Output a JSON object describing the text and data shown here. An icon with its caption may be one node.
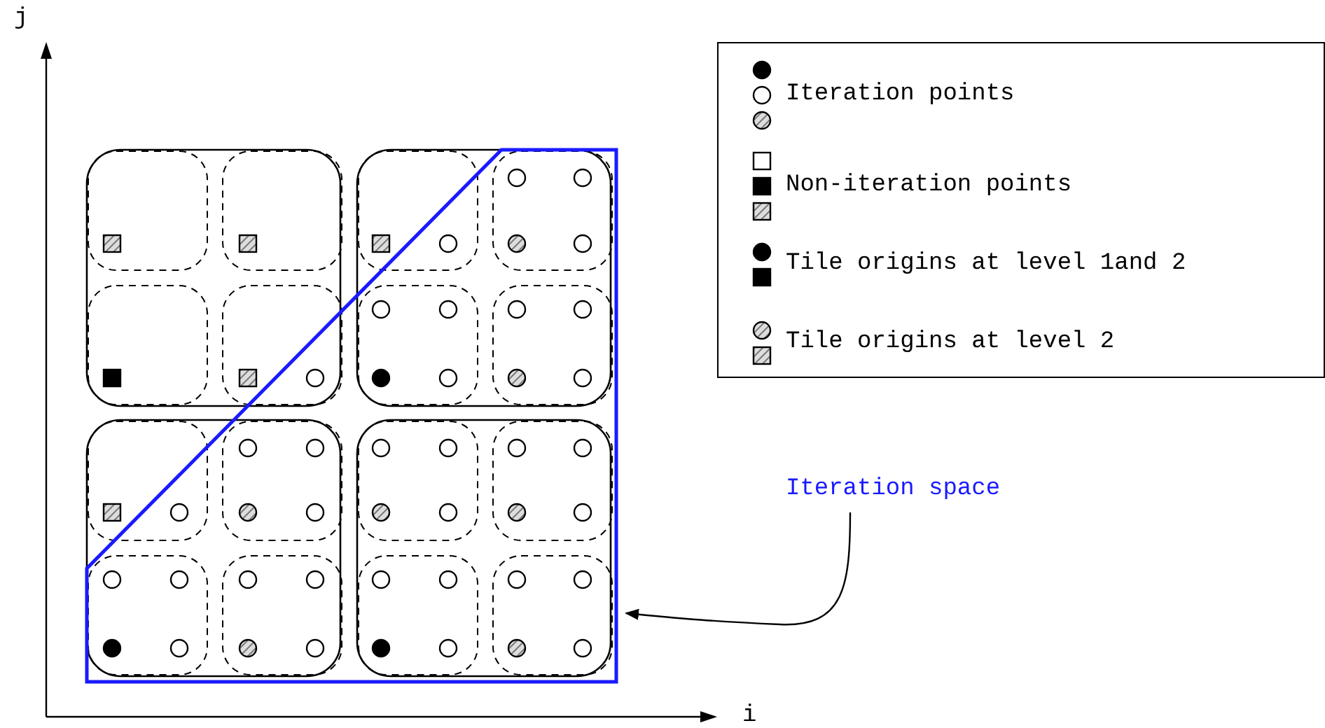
{
  "diagram": {
    "nodes": [
      {
        "text": [
          "Iteration space"
        ]
      },
      {
        "text": [],
        "shape": "polygon"
      }
    ],
    "edges": [
      {
        "from": 0,
        "to": 1,
        "arrow": "to"
      }
    ],
    "labels": [
      "j",
      "i"
    ],
    "legend": [
      {
        "text": "Iteration points"
      },
      {
        "text": "Non-iteration points"
      },
      {
        "text": "Tile origins at level 1and 2"
      },
      {
        "text": "Tile origins at level 2"
      }
    ]
  }
}
